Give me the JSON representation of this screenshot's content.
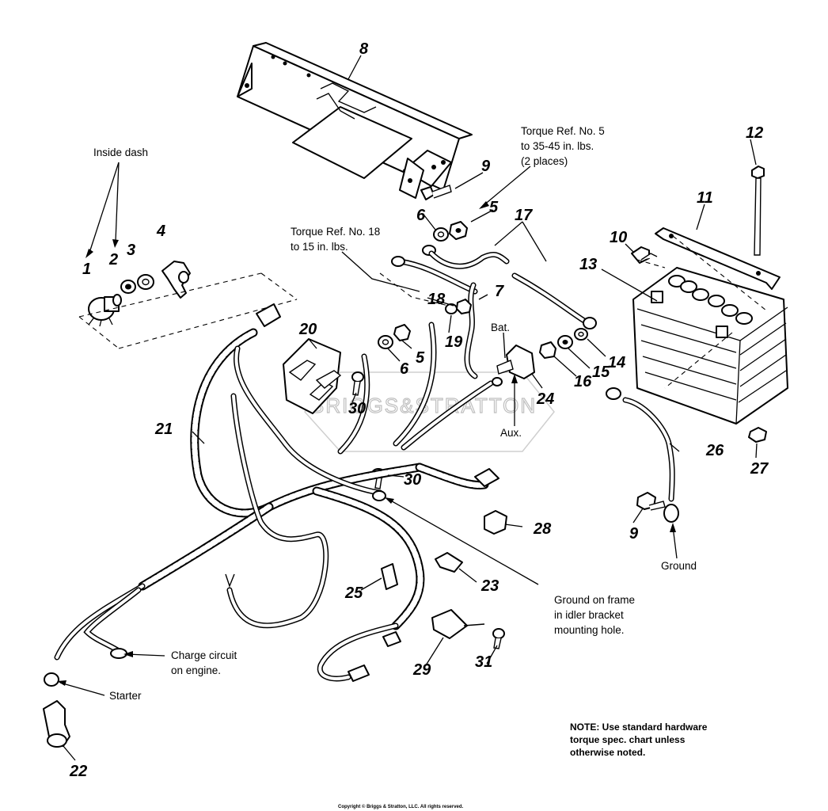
{
  "parts": [
    {
      "id": "1",
      "label": "1"
    },
    {
      "id": "2",
      "label": "2"
    },
    {
      "id": "3",
      "label": "3"
    },
    {
      "id": "4",
      "label": "4"
    },
    {
      "id": "5a",
      "label": "5"
    },
    {
      "id": "5b",
      "label": "5"
    },
    {
      "id": "6a",
      "label": "6"
    },
    {
      "id": "6b",
      "label": "6"
    },
    {
      "id": "7",
      "label": "7"
    },
    {
      "id": "8",
      "label": "8"
    },
    {
      "id": "9a",
      "label": "9"
    },
    {
      "id": "9b",
      "label": "9"
    },
    {
      "id": "10",
      "label": "10"
    },
    {
      "id": "11",
      "label": "11"
    },
    {
      "id": "12",
      "label": "12"
    },
    {
      "id": "13",
      "label": "13"
    },
    {
      "id": "14",
      "label": "14"
    },
    {
      "id": "15",
      "label": "15"
    },
    {
      "id": "16",
      "label": "16"
    },
    {
      "id": "17",
      "label": "17"
    },
    {
      "id": "18",
      "label": "18"
    },
    {
      "id": "19",
      "label": "19"
    },
    {
      "id": "20",
      "label": "20"
    },
    {
      "id": "21",
      "label": "21"
    },
    {
      "id": "22",
      "label": "22"
    },
    {
      "id": "23",
      "label": "23"
    },
    {
      "id": "24",
      "label": "24"
    },
    {
      "id": "25",
      "label": "25"
    },
    {
      "id": "26",
      "label": "26"
    },
    {
      "id": "27",
      "label": "27"
    },
    {
      "id": "28",
      "label": "28"
    },
    {
      "id": "29",
      "label": "29"
    },
    {
      "id": "30a",
      "label": "30"
    },
    {
      "id": "30b",
      "label": "30"
    },
    {
      "id": "31",
      "label": "31"
    }
  ],
  "annotations": {
    "inside_dash": "Inside dash",
    "torque5": [
      "Torque Ref. No. 5",
      "to 35-45 in. lbs.",
      "(2 places)"
    ],
    "torque18": [
      "Torque Ref. No. 18",
      "to 15 in. lbs."
    ],
    "bat": "Bat.",
    "aux": "Aux.",
    "ground": "Ground",
    "ground_frame": [
      "Ground on frame",
      "in idler bracket",
      "mounting hole."
    ],
    "charge": [
      "Charge circuit",
      "on engine."
    ],
    "starter": "Starter"
  },
  "note": [
    "NOTE: Use standard hardware",
    "torque spec. chart unless",
    "otherwise noted."
  ],
  "watermark": "BRIGGS&STRATTON",
  "copyright": "Copyright © Briggs & Stratton, LLC. All rights reserved."
}
